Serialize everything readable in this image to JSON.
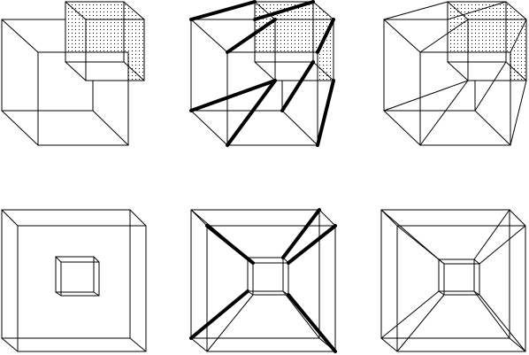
{
  "figure": {
    "panels": [
      {
        "id": "a",
        "caption": ""
      },
      {
        "id": "b",
        "caption": ""
      },
      {
        "id": "c",
        "caption": ""
      },
      {
        "id": "d",
        "caption": ""
      },
      {
        "id": "e",
        "caption": ""
      },
      {
        "id": "f",
        "caption": ""
      }
    ],
    "colors": {
      "line": "#000000",
      "background": "#ffffff",
      "dot": "#000000"
    }
  }
}
